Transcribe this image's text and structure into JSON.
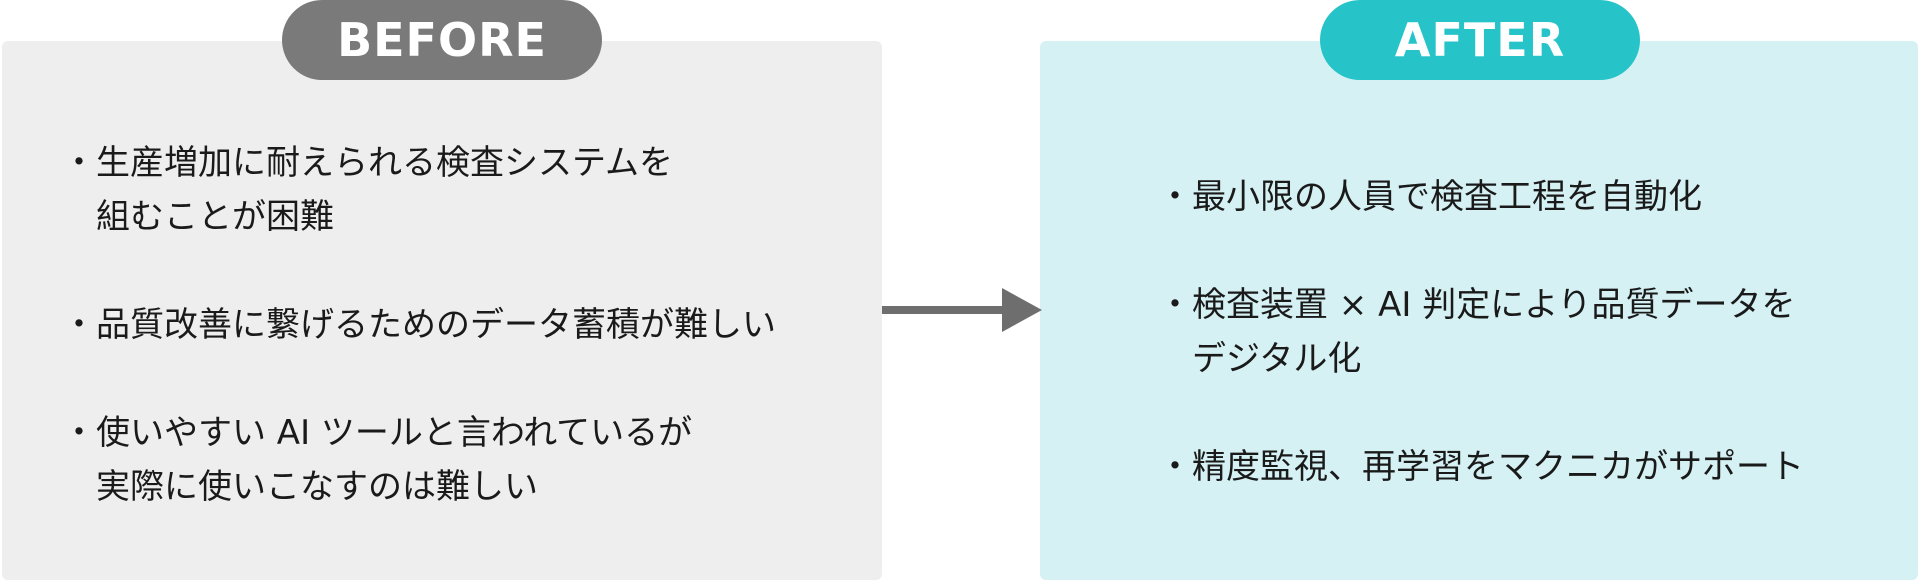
{
  "before": {
    "label": "BEFORE",
    "items": [
      {
        "bullet": "・",
        "text": "生産増加に耐えられる検査システムを\n組むことが困難"
      },
      {
        "bullet": "・",
        "text": "品質改善に繋げるためのデータ蓄積が難しい"
      },
      {
        "bullet": "・",
        "text": "使いやすい AI ツールと言われているが\n実際に使いこなすのは難しい"
      }
    ]
  },
  "after": {
    "label": "AFTER",
    "items": [
      {
        "bullet": "・",
        "text": "最小限の人員で検査工程を自動化"
      },
      {
        "bullet": "・",
        "text": "検査装置 × AI 判定により品質データを\nデジタル化"
      },
      {
        "bullet": "・",
        "text": "精度監視、再学習をマクニカがサポート"
      }
    ]
  },
  "colors": {
    "before_panel": "#eeeeee",
    "before_pill": "#7a7a7a",
    "after_panel": "#d5f1f4",
    "after_pill": "#26c4c9",
    "arrow": "#6e6e6e"
  },
  "icons": {
    "transition": "arrow-right-icon"
  }
}
